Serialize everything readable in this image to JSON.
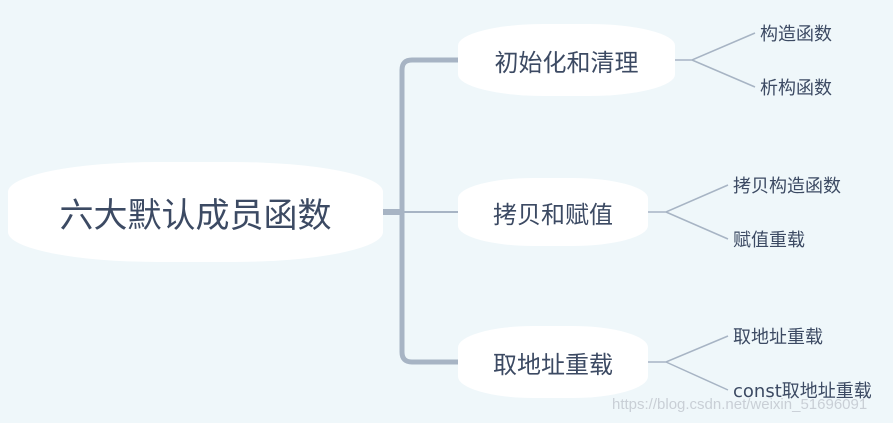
{
  "root": {
    "label": "六大默认成员函数"
  },
  "branches": [
    {
      "label": "初始化和清理",
      "children": [
        "构造函数",
        "析构函数"
      ]
    },
    {
      "label": "拷贝和赋值",
      "children": [
        "拷贝构造函数",
        "赋值重载"
      ]
    },
    {
      "label": "取地址重载",
      "children": [
        "取地址重载",
        "const取地址重载"
      ]
    }
  ],
  "watermark": "https://blog.csdn.net/weixin_51696091",
  "colors": {
    "background": "#eff7fa",
    "trunk": "#a7b4c4",
    "text": "#3c4a63"
  }
}
